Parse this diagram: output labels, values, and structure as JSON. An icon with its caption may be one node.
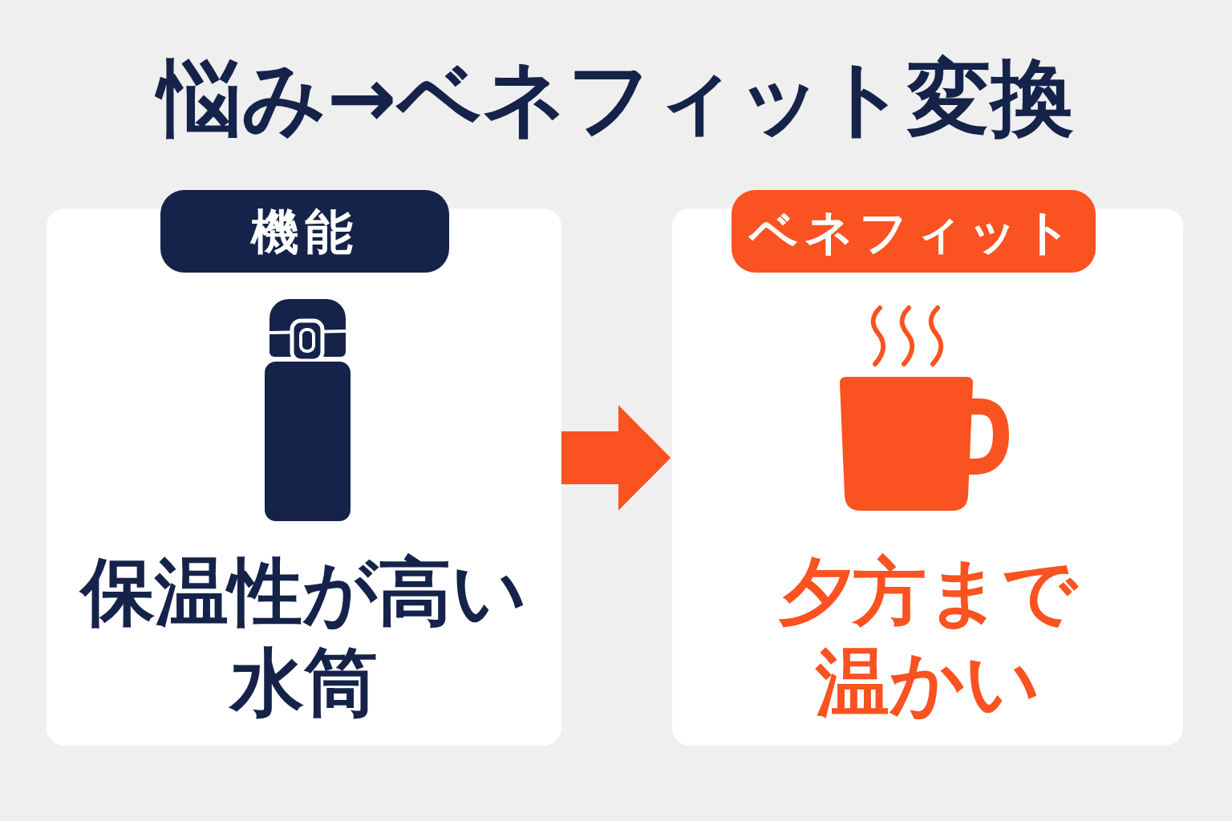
{
  "diagram": {
    "title": "悩み→ベネフィット変換",
    "nodes": [
      {
        "text": [
          "機能",
          "保温性が高い水筒"
        ]
      },
      {
        "text": [
          "ベネフィット",
          "夕方まで温かい"
        ]
      }
    ],
    "edges": [
      {
        "from": 0,
        "to": 1,
        "arrow": "to"
      }
    ]
  }
}
